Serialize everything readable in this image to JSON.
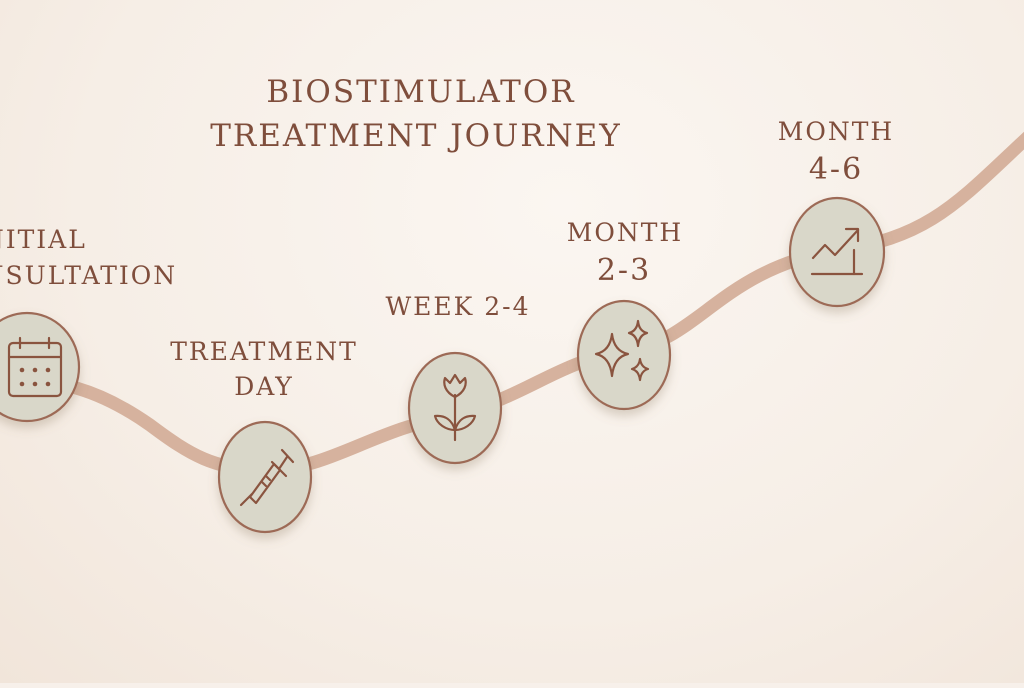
{
  "title": {
    "line1": "BIOSTIMULATOR",
    "line2": "TREATMENT JOURNEY"
  },
  "colors": {
    "background": "#f7f0ea",
    "text": "#7f4e3c",
    "path": "#d6b29e",
    "node_fill": "#d9d7c9",
    "node_stroke": "#9d6b57"
  },
  "steps": [
    {
      "label1": "INITIAL",
      "label2": "CONSULTATION",
      "icon": "calendar-icon"
    },
    {
      "label1": "TREATMENT",
      "label2": "DAY",
      "icon": "syringe-icon"
    },
    {
      "label1": "WEEK 2-4",
      "label2": "",
      "icon": "sprout-icon"
    },
    {
      "label1": "MONTH",
      "label2": "2-3",
      "icon": "sparkles-icon"
    },
    {
      "label1": "MONTH",
      "label2": "4-6",
      "icon": "growth-chart-icon"
    }
  ]
}
